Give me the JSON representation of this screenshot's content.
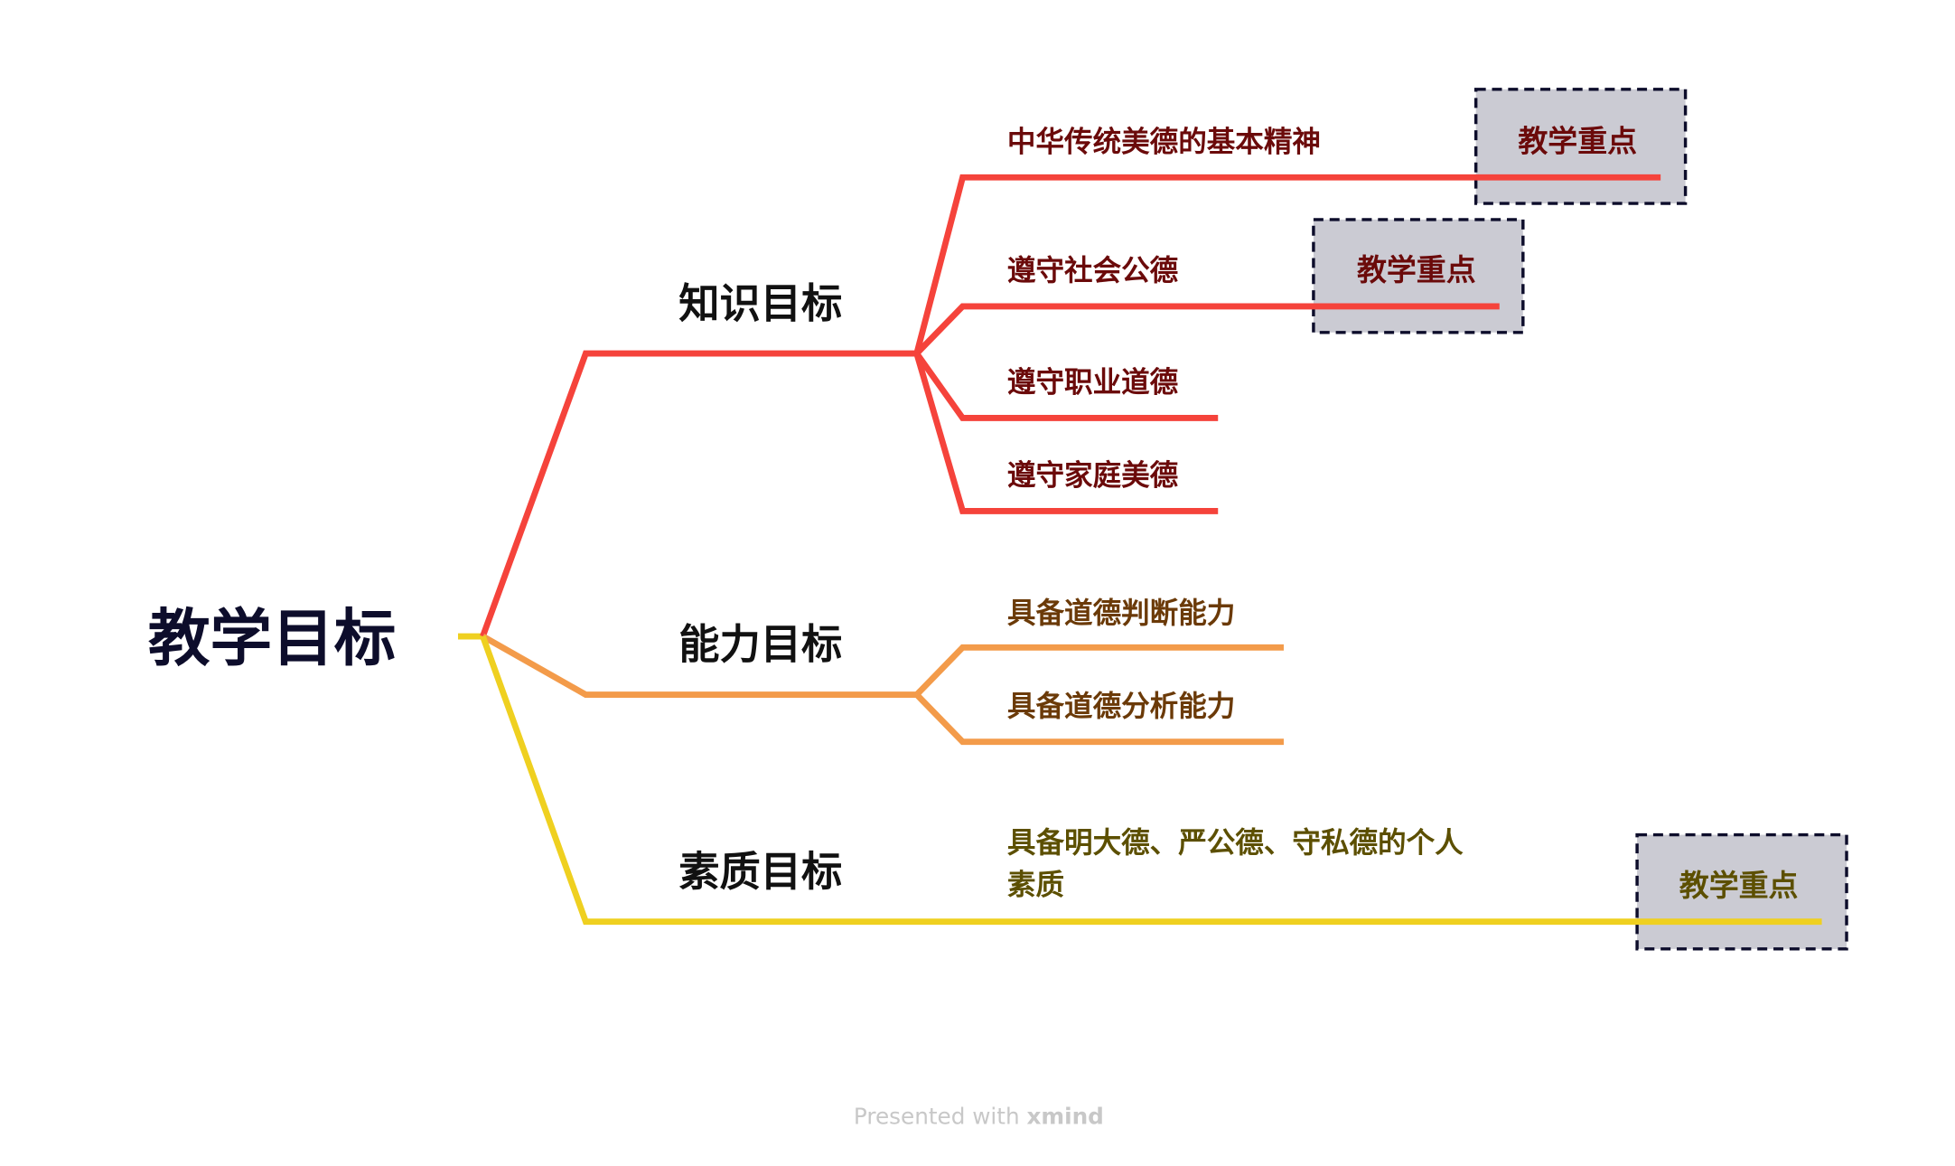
{
  "root": {
    "label": "教学目标"
  },
  "colors": {
    "knowledge": "#f5433b",
    "ability": "#f39b4a",
    "quality": "#efd020"
  },
  "branches": [
    {
      "label": "知识目标",
      "children": [
        {
          "label": "中华传统美德的基本精神",
          "tag": "教学重点"
        },
        {
          "label": "遵守社会公德",
          "tag": "教学重点"
        },
        {
          "label": "遵守职业道德"
        },
        {
          "label": "遵守家庭美德"
        }
      ]
    },
    {
      "label": "能力目标",
      "children": [
        {
          "label": "具备道德判断能力"
        },
        {
          "label": "具备道德分析能力"
        }
      ]
    },
    {
      "label": "素质目标",
      "children": [
        {
          "label_line1": "具备明大德、严公德、守私德的个人",
          "label_line2": "素质",
          "tag": "教学重点"
        }
      ]
    }
  ],
  "footer": {
    "prefix": "Presented with ",
    "brand": "xmind"
  }
}
